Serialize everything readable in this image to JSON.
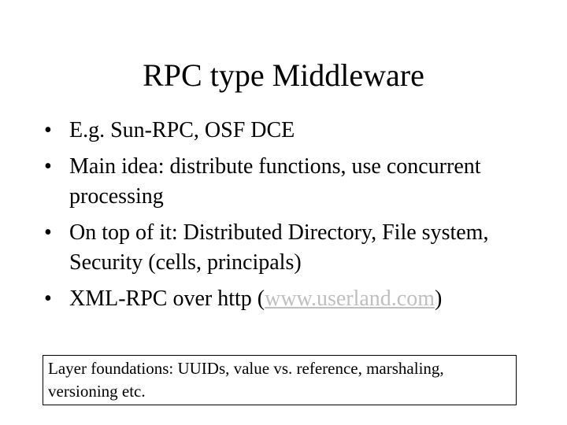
{
  "slide": {
    "title": "RPC type Middleware",
    "bullet_glyph": "•",
    "bullets": [
      {
        "text": "E.g. Sun-RPC, OSF DCE"
      },
      {
        "text": "Main idea: distribute functions, use concurrent processing"
      },
      {
        "text": "On top of it: Distributed Directory, File system, Security (cells, principals)"
      },
      {
        "prefix": "XML-RPC over http (",
        "link": "www.userland.com",
        "suffix": ")"
      }
    ],
    "note": "Layer foundations: UUIDs, value vs. reference, marshaling, versioning etc."
  },
  "colors": {
    "link": "#bfbfbf",
    "text": "#000000",
    "background": "#ffffff"
  }
}
